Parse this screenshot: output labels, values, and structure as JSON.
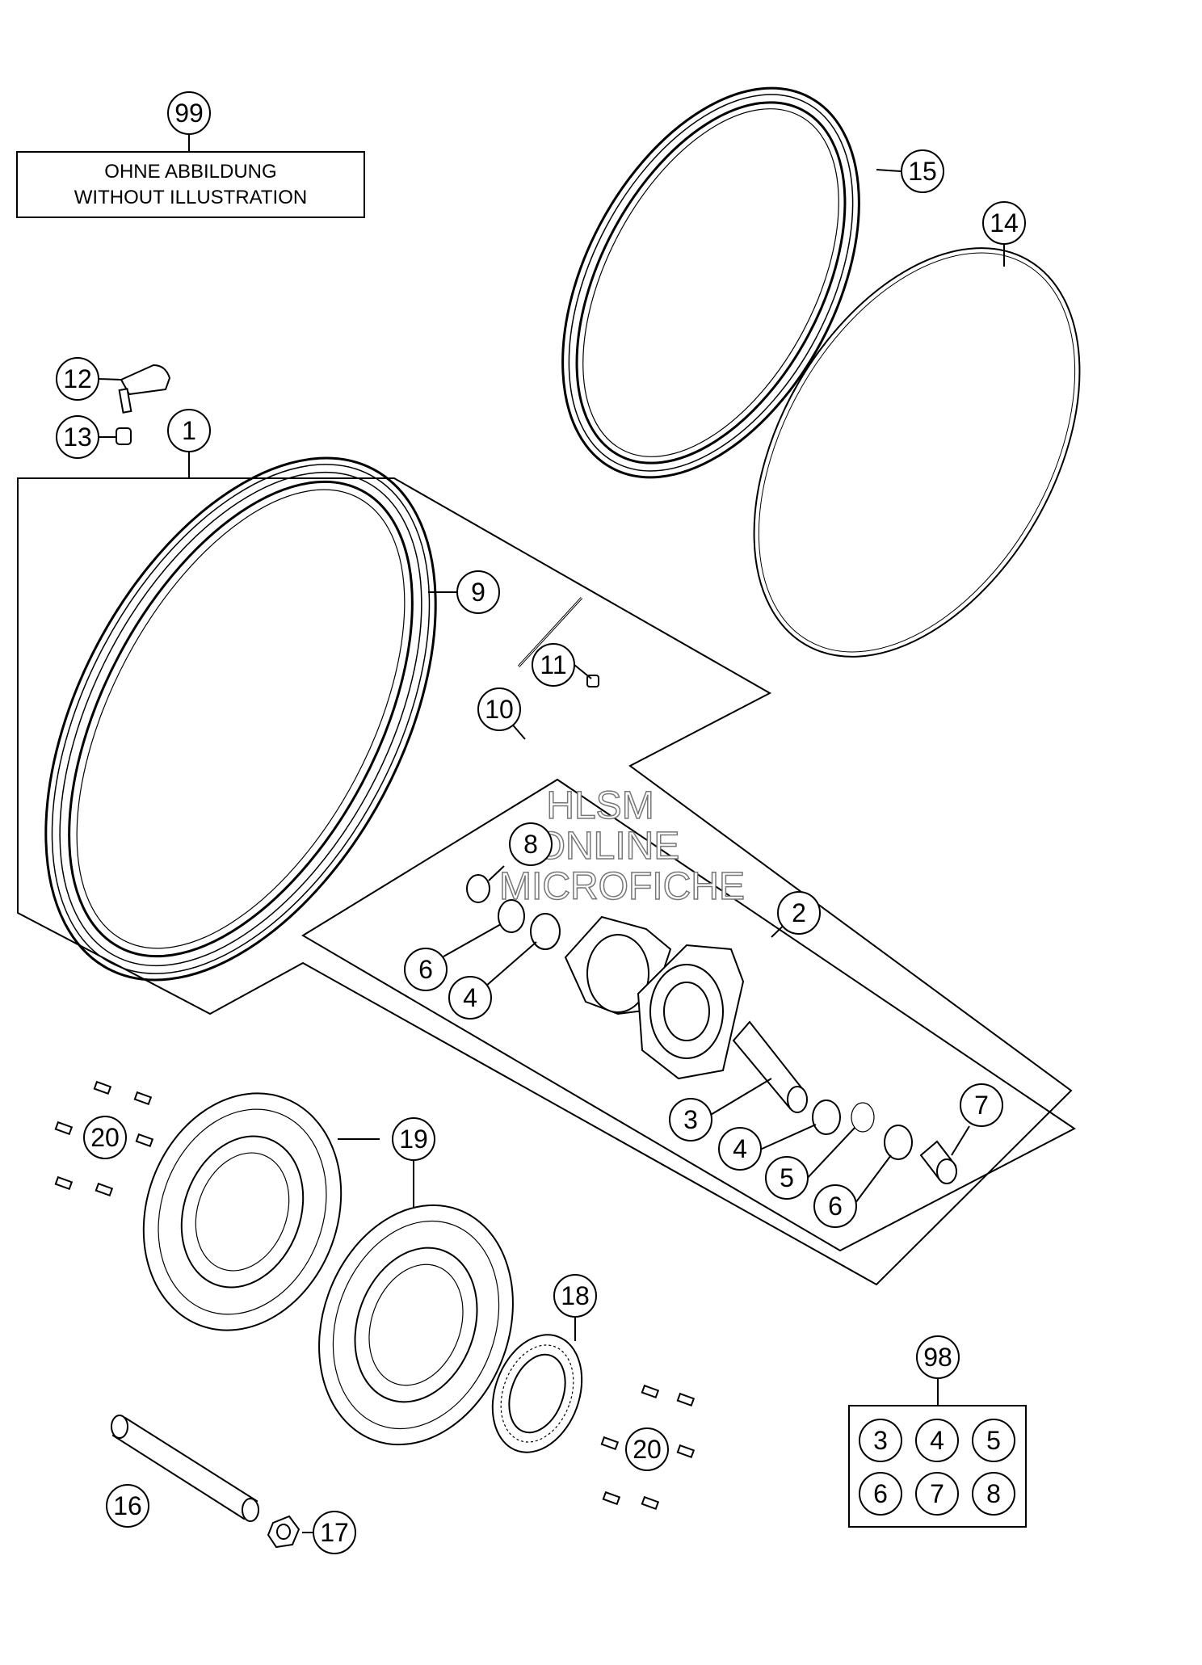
{
  "note": {
    "line1": "OHNE ABBILDUNG",
    "line2": "WITHOUT ILLUSTRATION"
  },
  "watermark": {
    "line1": "HLSM",
    "line2": "ONLINE",
    "line3": "MICROFICHE"
  },
  "callouts": {
    "c99": "99",
    "c15": "15",
    "c14": "14",
    "c12": "12",
    "c13": "13",
    "c1": "1",
    "c9": "9",
    "c11": "11",
    "c10": "10",
    "c8": "8",
    "c2": "2",
    "c6a": "6",
    "c4a": "4",
    "c3": "3",
    "c4b": "4",
    "c5": "5",
    "c6b": "6",
    "c7": "7",
    "c20a": "20",
    "c19": "19",
    "c18": "18",
    "c20b": "20",
    "c16": "16",
    "c17": "17",
    "c98": "98"
  },
  "kit_items": [
    "3",
    "4",
    "5",
    "6",
    "7",
    "8"
  ]
}
